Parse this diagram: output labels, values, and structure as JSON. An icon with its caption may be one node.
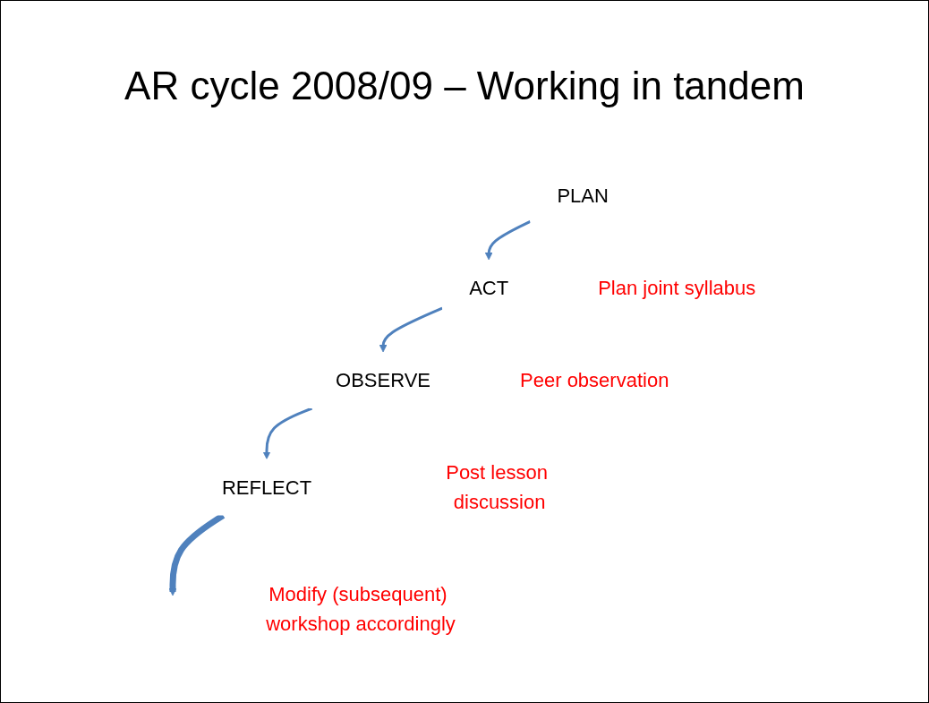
{
  "diagram": {
    "title": "AR cycle 2008/09 – Working in tandem",
    "nodes": [
      {
        "text": [
          "PLAN"
        ],
        "beside": [
          "Plan joint syllabus"
        ]
      },
      {
        "text": [
          "ACT"
        ],
        "beside": [
          "Peer observation"
        ]
      },
      {
        "text": [
          "OBSERVE"
        ],
        "beside": [
          "Post lesson discussion"
        ]
      },
      {
        "text": [
          "REFLECT"
        ],
        "beside": [
          "Modify (subsequent) workshop accordingly"
        ]
      }
    ],
    "edges": [
      {
        "from": 0,
        "to": 1,
        "arrow": "to",
        "color": "#4f81bd"
      },
      {
        "from": 1,
        "to": 2,
        "arrow": "to",
        "color": "#4f81bd"
      },
      {
        "from": 2,
        "to": 3,
        "arrow": "to",
        "color": "#4f81bd"
      },
      {
        "from": 3,
        "to": null,
        "arrow": "to",
        "style": "thick",
        "color": "#4f81bd"
      }
    ]
  }
}
